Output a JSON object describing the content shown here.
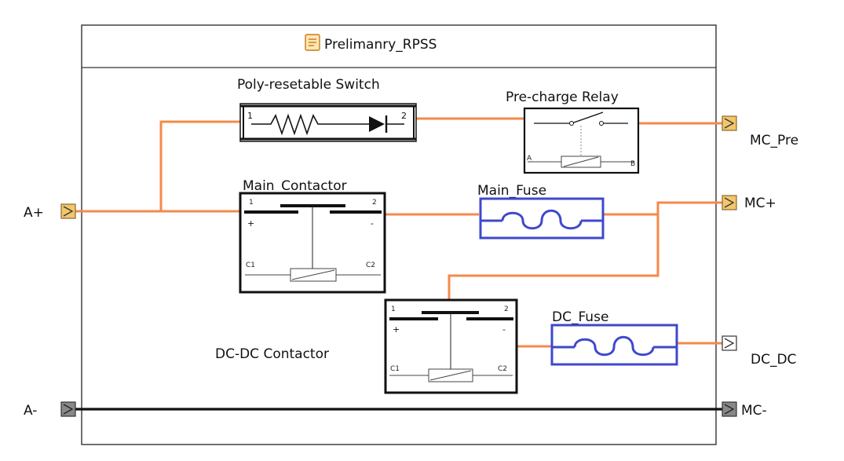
{
  "block": {
    "title": "Prelimanry_RPSS",
    "title_icon": "model-document-icon"
  },
  "components": {
    "poly_switch": {
      "label": "Poly-resetable Switch",
      "pin1": "1",
      "pin2": "2"
    },
    "precharge_relay": {
      "label": "Pre-charge Relay",
      "pin_a": "A",
      "pin_b": "B"
    },
    "main_contactor": {
      "label": "Main_Contactor",
      "pin1": "1",
      "pin2": "2",
      "plus": "+",
      "minus": "-",
      "c1": "C1",
      "c2": "C2"
    },
    "main_fuse": {
      "label": "Main_Fuse"
    },
    "dcdc_contactor": {
      "label": "DC-DC Contactor",
      "pin1": "1",
      "pin2": "2",
      "plus": "+",
      "minus": "-",
      "c1": "C1",
      "c2": "C2"
    },
    "dc_fuse": {
      "label": "DC_Fuse"
    }
  },
  "ports": {
    "a_plus": "A+",
    "a_minus": "A-",
    "mc_pre": "MC_Pre",
    "mc_plus": "MC+",
    "dc_dc": "DC_DC",
    "mc_minus": "MC-"
  },
  "colors": {
    "wire": "#f5894a",
    "ground_wire": "#111111",
    "fuse": "#3f48cc",
    "port_power": "#f2c66d",
    "port_ground": "#888888",
    "port_open": "#ffffff"
  }
}
